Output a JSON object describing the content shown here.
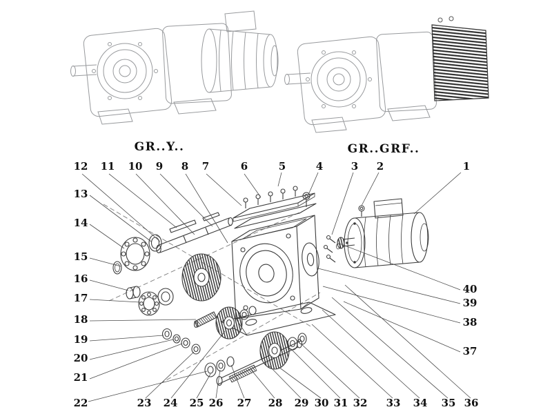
{
  "diagram": {
    "type": "exploded-parts-diagram",
    "models": {
      "left_label": "GR..Y..",
      "right_label": "GR..GRF.."
    },
    "callouts": {
      "numbers": [
        "1",
        "2",
        "3",
        "4",
        "5",
        "6",
        "7",
        "8",
        "9",
        "10",
        "11",
        "12",
        "13",
        "14",
        "15",
        "16",
        "17",
        "18",
        "19",
        "20",
        "21",
        "22",
        "23",
        "24",
        "25",
        "26",
        "27",
        "28",
        "29",
        "30",
        "31",
        "32",
        "33",
        "34",
        "35",
        "36",
        "37",
        "38",
        "39",
        "40"
      ],
      "top_row_order": [
        "12",
        "11",
        "10",
        "9",
        "8",
        "7",
        "6",
        "5",
        "4",
        "3",
        "2",
        "1"
      ],
      "left_column_order": [
        "13",
        "14",
        "15",
        "16",
        "17",
        "18",
        "19",
        "20",
        "21",
        "22"
      ],
      "bottom_row_order": [
        "23",
        "24",
        "25",
        "26",
        "27",
        "28",
        "29",
        "30",
        "31",
        "32",
        "33",
        "34",
        "35",
        "36"
      ],
      "right_column_order": [
        "40",
        "39",
        "38",
        "37"
      ]
    },
    "colors": {
      "line": "#3a3a3a",
      "light_line": "#97999c",
      "text": "#111111",
      "background": "#ffffff"
    }
  }
}
